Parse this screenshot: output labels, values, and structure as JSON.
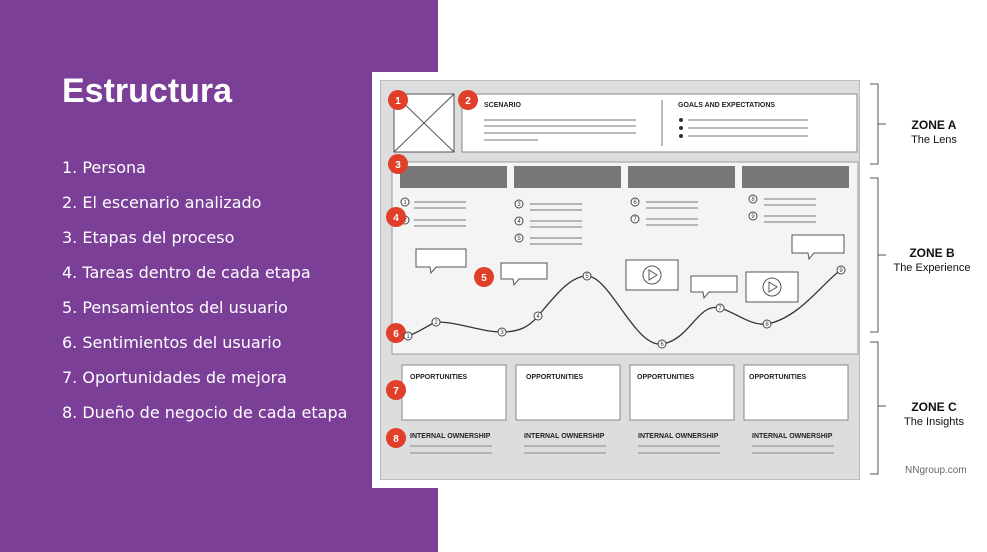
{
  "title": "Estructura",
  "list": [
    "1. Persona",
    "2. El escenario analizado",
    "3. Etapas del proceso",
    "4. Tareas dentro de cada etapa",
    "5. Pensamientos del usuario",
    "6. Sentimientos del usuario",
    "7. Oportunidades de mejora",
    "8. Dueño de negocio de cada etapa"
  ],
  "diagram": {
    "scenario_label": "SCENARIO",
    "goals_label": "GOALS AND EXPECTATIONS",
    "opportunities_label": "OPPORTUNITIES",
    "ownership_label": "INTERNAL OWNERSHIP",
    "badges": [
      "1",
      "2",
      "3",
      "4",
      "5",
      "6",
      "7",
      "8"
    ],
    "curve_points": [
      "1",
      "2",
      "3",
      "4",
      "5",
      "6",
      "7",
      "8",
      "9"
    ],
    "task_numbers": [
      [
        "1",
        "2"
      ],
      [
        "3",
        "4",
        "5"
      ],
      [
        "6",
        "7"
      ],
      [
        "8",
        "9"
      ]
    ]
  },
  "zones": [
    {
      "name": "ZONE A",
      "sub": "The Lens"
    },
    {
      "name": "ZONE B",
      "sub": "The Experience"
    },
    {
      "name": "ZONE C",
      "sub": "The Insights"
    }
  ],
  "credit": "NNgroup.com",
  "colors": {
    "purple": "#7b3f98",
    "badge_red": "#e0402a"
  }
}
